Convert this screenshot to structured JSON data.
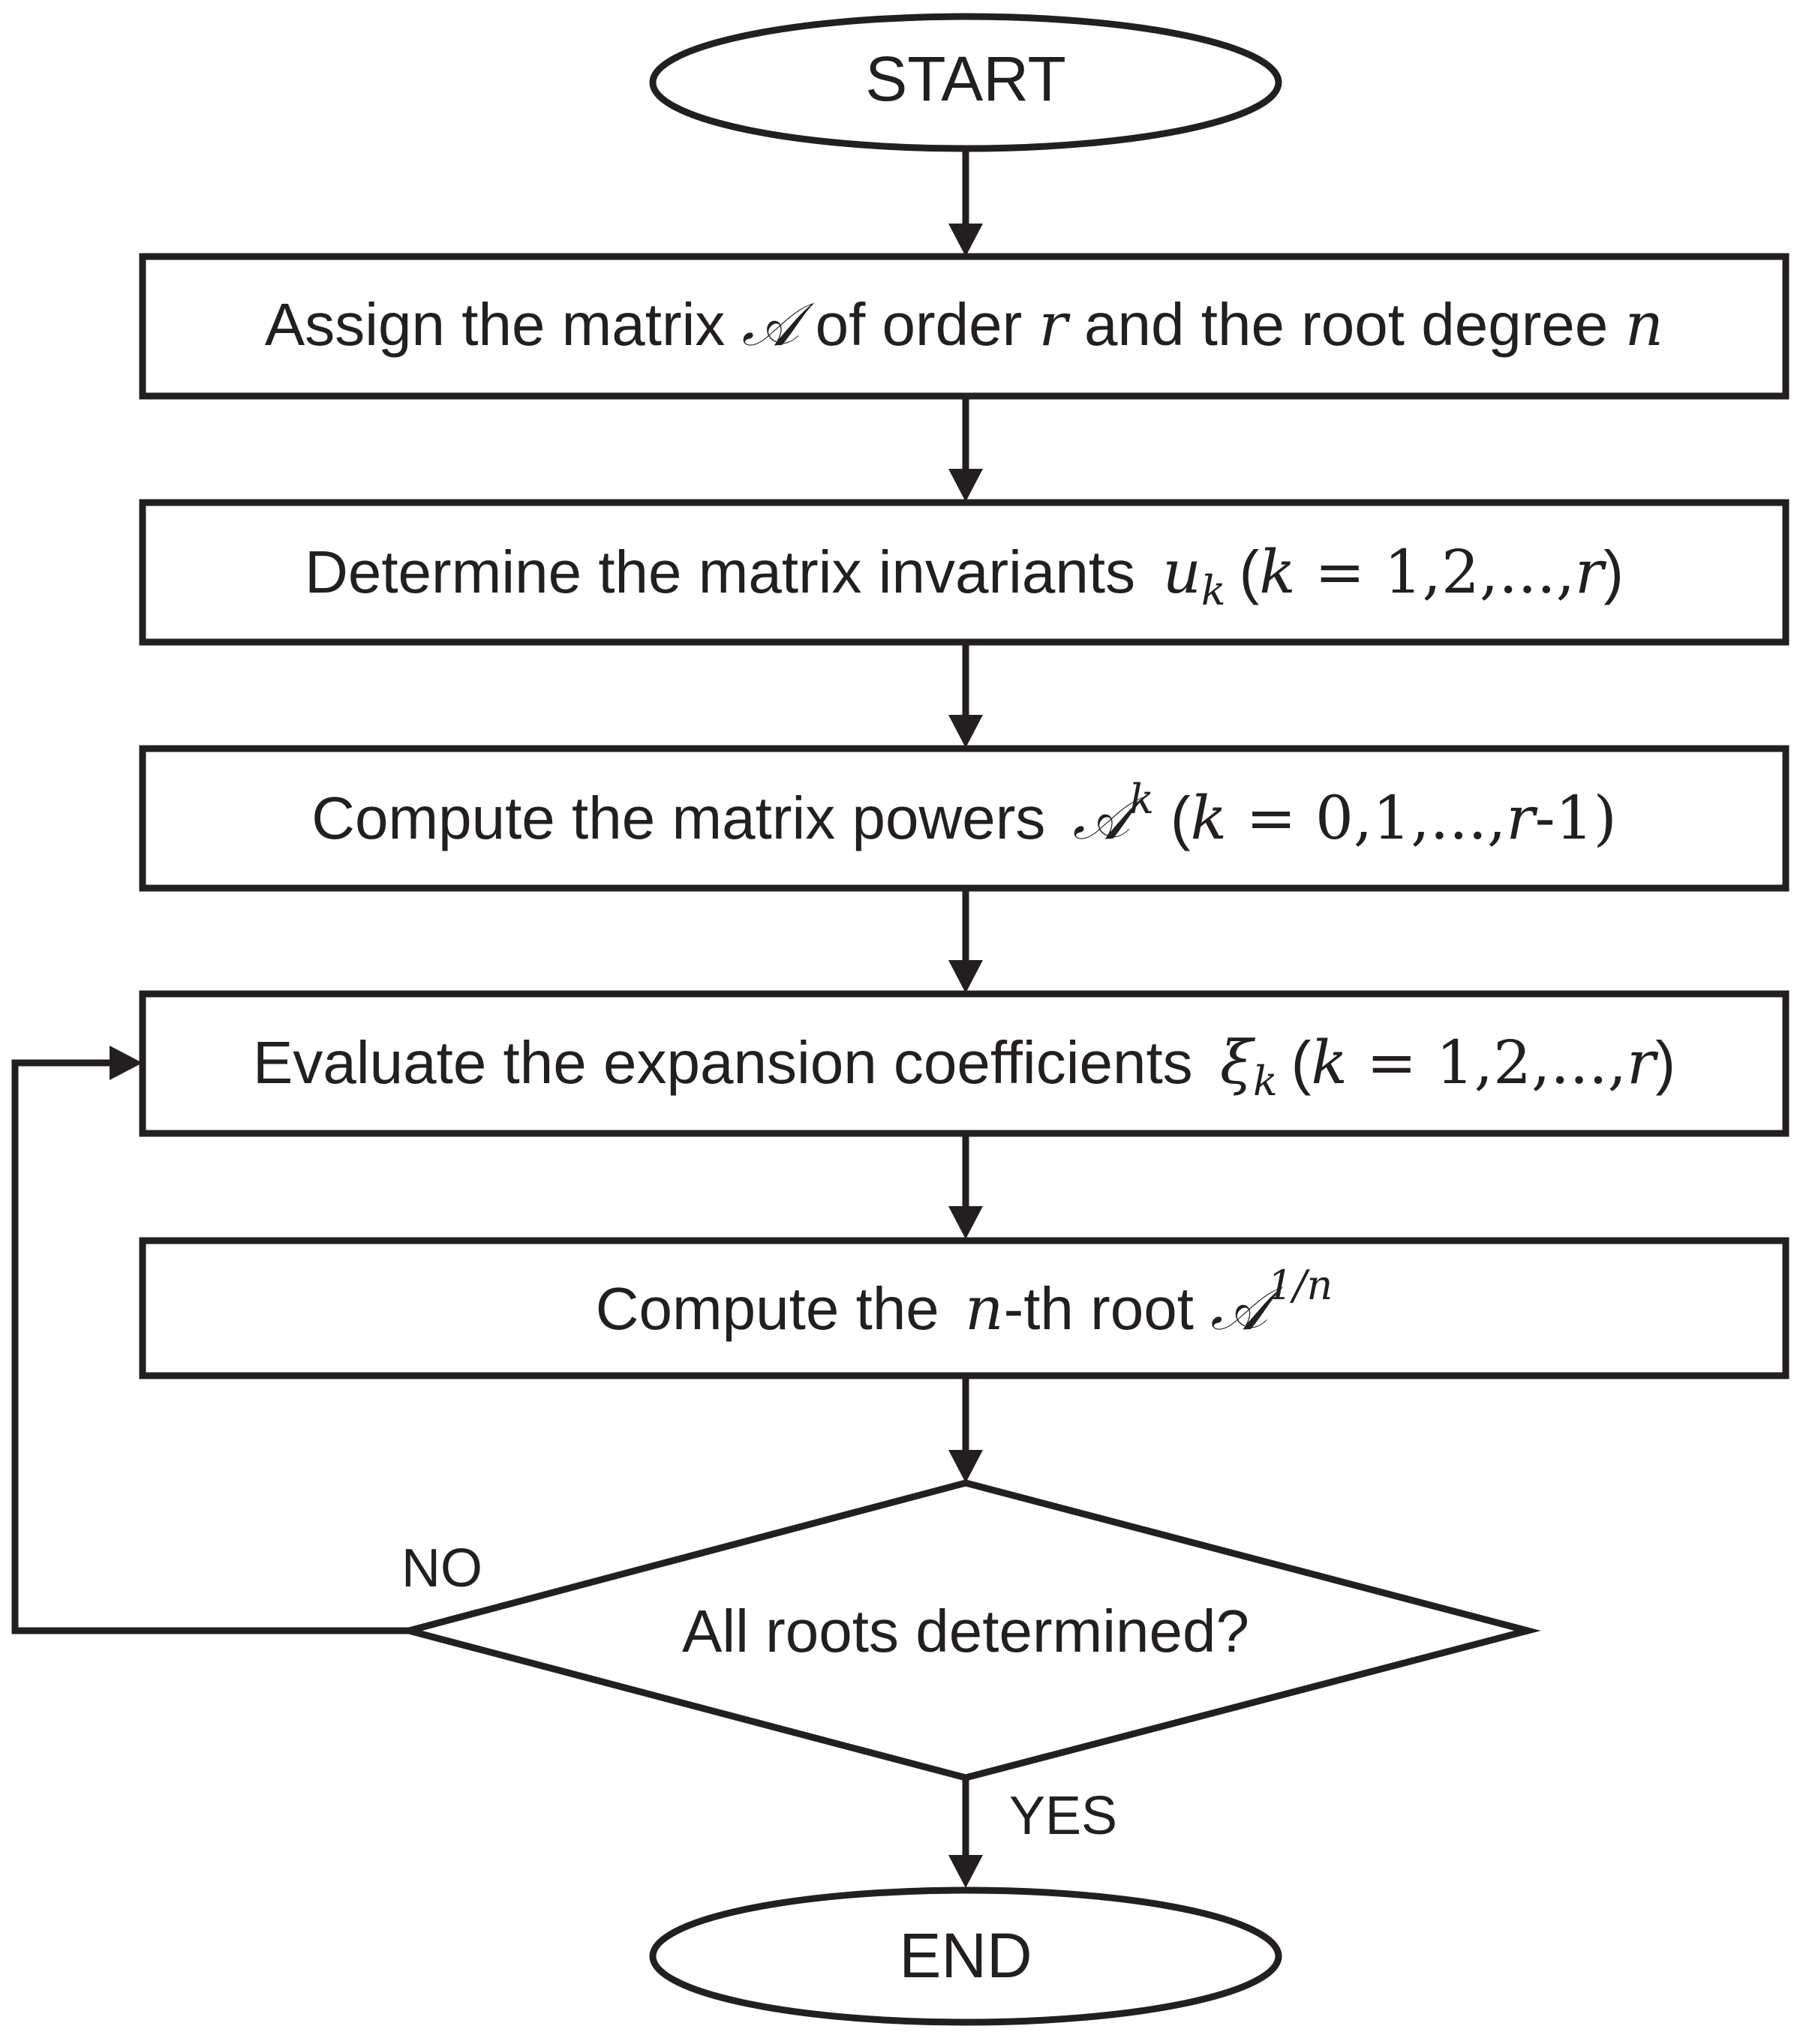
{
  "flowchart": {
    "start": "START",
    "step1": {
      "prefix": "Assign the matrix",
      "sym_A": "𝒜",
      "mid": "of order",
      "sym_r": "r",
      "mid2": "and the root degree",
      "sym_n": "n"
    },
    "step2": {
      "prefix": "Determine the matrix invariants",
      "sym_u": "u",
      "sub_k": "k",
      "paren_open": "(",
      "sym_k": "k",
      "equals_list": " = 1,2,...,",
      "sym_r": "r",
      "paren_close": ")"
    },
    "step3": {
      "prefix": "Compute the matrix powers",
      "sym_A": "𝒜",
      "sup_k": "k",
      "paren_open": "(",
      "sym_k": "k",
      "equals_list": " = 0,1,...,",
      "sym_r": "r",
      "tail": "-1)"
    },
    "step4": {
      "prefix": "Evaluate the expansion coefficients",
      "sym_xi": "ξ",
      "sub_k": "k",
      "paren_open": "(",
      "sym_k": "k",
      "equals_list": " = 1,2,...,",
      "sym_r": "r",
      "paren_close": ")"
    },
    "step5": {
      "prefix": "Compute the",
      "sym_n": "n",
      "mid": "-th root",
      "sym_A": "𝒜",
      "sup": "1/n"
    },
    "decision": "All roots determined?",
    "no_label": "NO",
    "yes_label": "YES",
    "end": "END"
  }
}
